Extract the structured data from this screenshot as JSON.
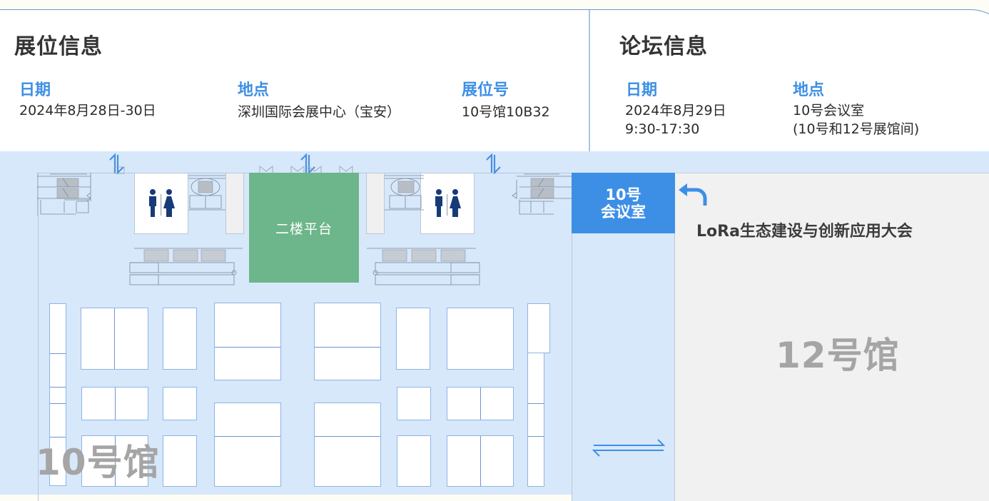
{
  "booth_info": {
    "title": "展位信息",
    "date_label": "日期",
    "date_value": "2024年8月28日-30日",
    "location_label": "地点",
    "location_value": "深圳国际会展中心（宝安）",
    "booth_label": "展位号",
    "booth_value": "10号馆10B32"
  },
  "forum_info": {
    "title": "论坛信息",
    "date_label": "日期",
    "date_line1": "2024年8月29日",
    "date_line2": "9:30-17:30",
    "location_label": "地点",
    "location_line1": "10号会议室",
    "location_line2": "(10号和12号展馆间)"
  },
  "map": {
    "hall10_label": "10号馆",
    "hall12_label": "12号馆",
    "platform_label": "二楼平台",
    "meeting_room_line1": "10号",
    "meeting_room_line2": "会议室",
    "forum_name": "LoRa生态建设与创新应用大会",
    "icons": {
      "restroom": "restroom-icon",
      "stairs": "stairs-updown-icon",
      "turn_arrow": "turn-left-arrow-icon",
      "two_way": "two-way-arrow-icon"
    },
    "colors": {
      "accent_blue": "#3d8fe6",
      "map_bg": "#d7e8fb",
      "platform_green": "#6db58a",
      "hall12_bg": "#f1f1f1",
      "restroom_navy": "#173a78"
    }
  }
}
